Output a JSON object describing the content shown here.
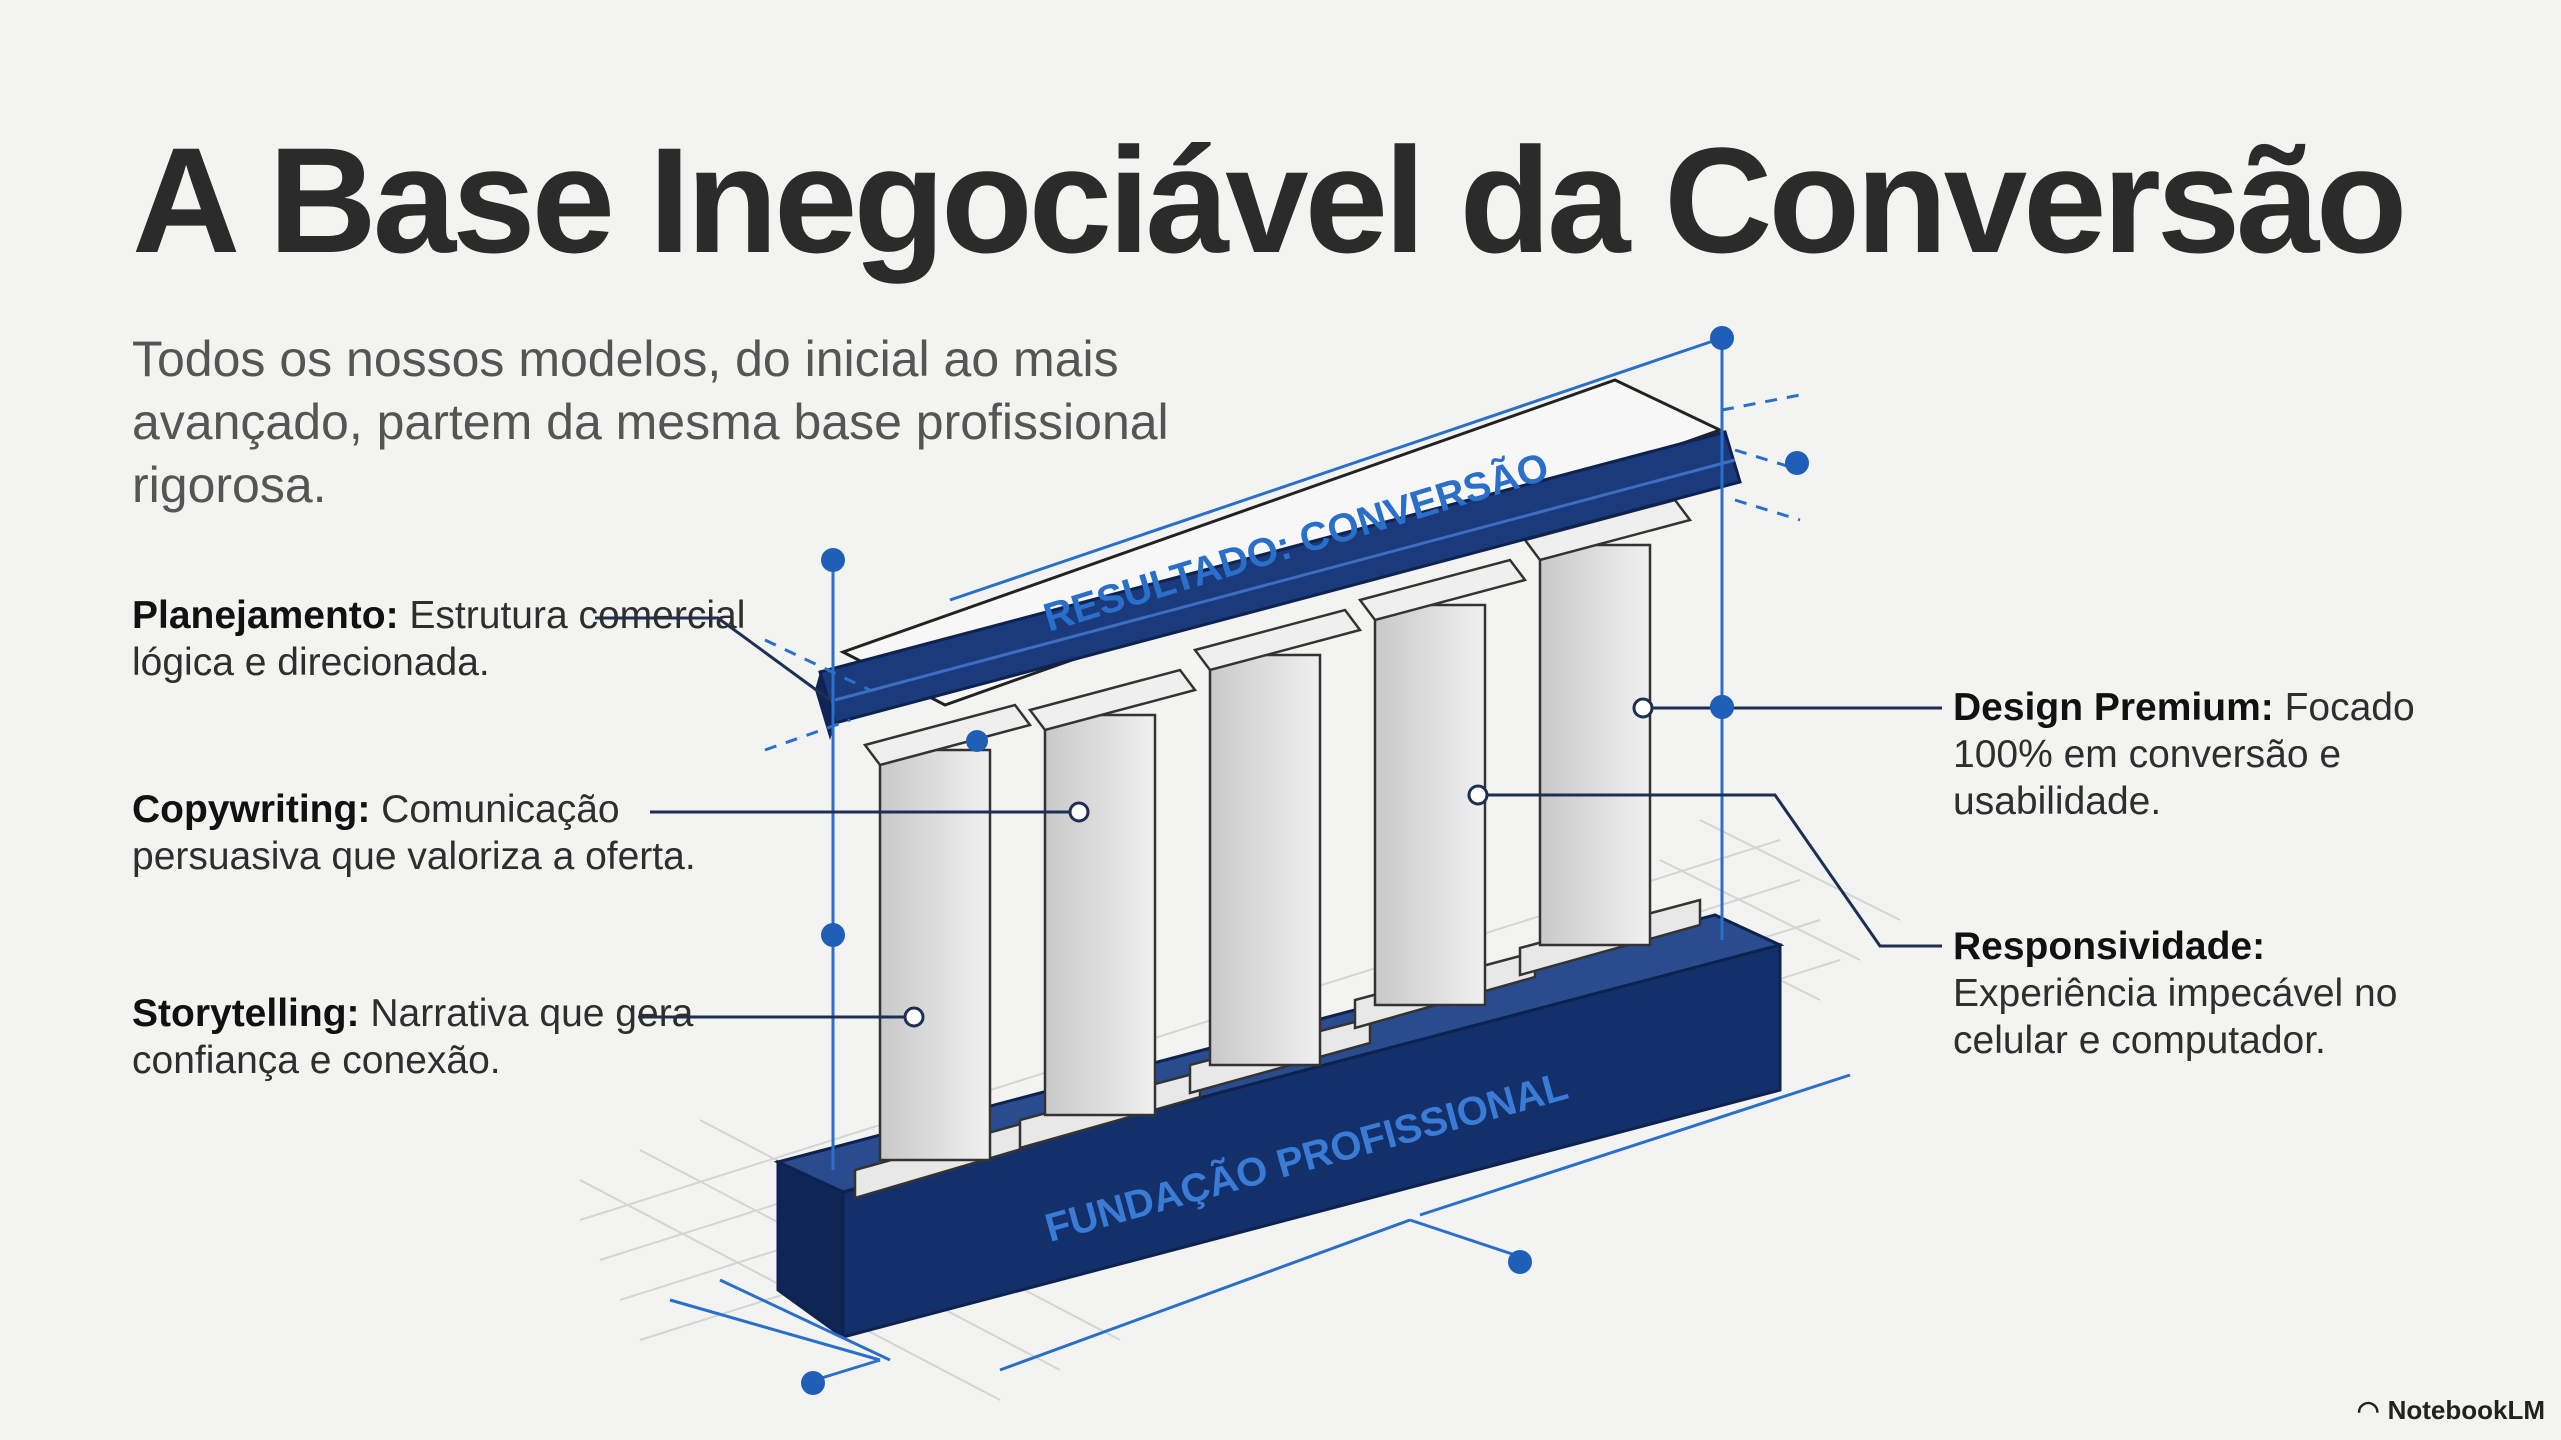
{
  "title": "A Base Inegociável da Conversão",
  "subtitle": "Todos os nossos modelos, do inicial ao mais avançado, partem da mesma base profissional rigorosa.",
  "features": {
    "planejamento": {
      "name": "Planejamento:",
      "desc": "Estrutura comercial lógica e direcionada."
    },
    "copywriting": {
      "name": "Copywriting:",
      "desc": "Comunicação persuasiva que valoriza a oferta."
    },
    "storytelling": {
      "name": "Storytelling:",
      "desc": "Narrativa que gera confiança e conexão."
    },
    "design": {
      "name": "Design Premium:",
      "desc": "Focado 100% em conversão e usabilidade."
    },
    "responsividade": {
      "name": "Responsividade:",
      "desc": "Experiência impecável no celular e computador."
    }
  },
  "diagram": {
    "top_label": "RESULTADO: CONVERSÃO",
    "base_label": "FUNDAÇÃO PROFISSIONAL",
    "colors": {
      "navy": "#14306b",
      "blueprint": "#2a6fc9",
      "column": "#d9d9d9",
      "ink": "#1e2f55"
    }
  },
  "brand": {
    "name": "NotebookLM",
    "icon": "notebook-icon"
  }
}
